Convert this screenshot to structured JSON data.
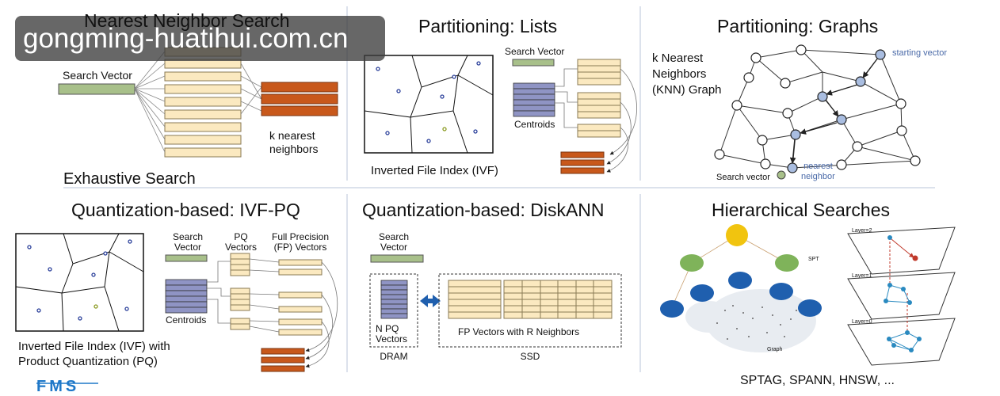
{
  "watermark": "gongming-huatihui.com.cn",
  "panels": {
    "nns": {
      "title": "Nearest Neighbor Search",
      "search_vector": "Search Vector",
      "knn_line1": "k nearest",
      "knn_line2": "neighbors",
      "caption": "Exhaustive Search"
    },
    "lists": {
      "title": "Partitioning: Lists",
      "search_vector": "Search Vector",
      "centroids": "Centroids",
      "caption": "Inverted File Index (IVF)"
    },
    "graphs": {
      "title": "Partitioning: Graphs",
      "knn_line1": "k Nearest",
      "knn_line2": "Neighbors",
      "knn_line3": "(KNN) Graph",
      "starting_vector": "starting vector",
      "search_vector": "Search vector",
      "nearest_line1": "nearest",
      "nearest_line2": "neighbor"
    },
    "ivfpq": {
      "title": "Quantization-based: IVF-PQ",
      "search_line1": "Search",
      "search_line2": "Vector",
      "pq_line1": "PQ",
      "pq_line2": "Vectors",
      "fp_line1": "Full Precision",
      "fp_line2": "(FP) Vectors",
      "centroids": "Centroids",
      "caption_line1": "Inverted File Index (IVF) with",
      "caption_line2": "Product Quantization (PQ)"
    },
    "diskann": {
      "title": "Quantization-based: DiskANN",
      "search_line1": "Search",
      "search_line2": "Vector",
      "npq_line1": "N PQ",
      "npq_line2": "Vectors",
      "fp_neighbors": "FP Vectors with R Neighbors",
      "dram": "DRAM",
      "ssd": "SSD"
    },
    "hier": {
      "title": "Hierarchical Searches",
      "spt": "SPT",
      "layer2": "Layer=2",
      "layer1": "Layer=1",
      "layer0": "Layer=0",
      "graph": "Graph",
      "caption": "SPTAG, SPANN, HNSW, ..."
    }
  },
  "logo": "FMS",
  "colors": {
    "green": "#a8c08a",
    "cream": "#fbe9c0",
    "orange": "#c8581b",
    "lavender": "#8f94c4",
    "node_blue": "#a9bde0",
    "blue_dark": "#1f5fae",
    "gold": "#f1c40f",
    "leaf_green": "#7fb35a"
  }
}
